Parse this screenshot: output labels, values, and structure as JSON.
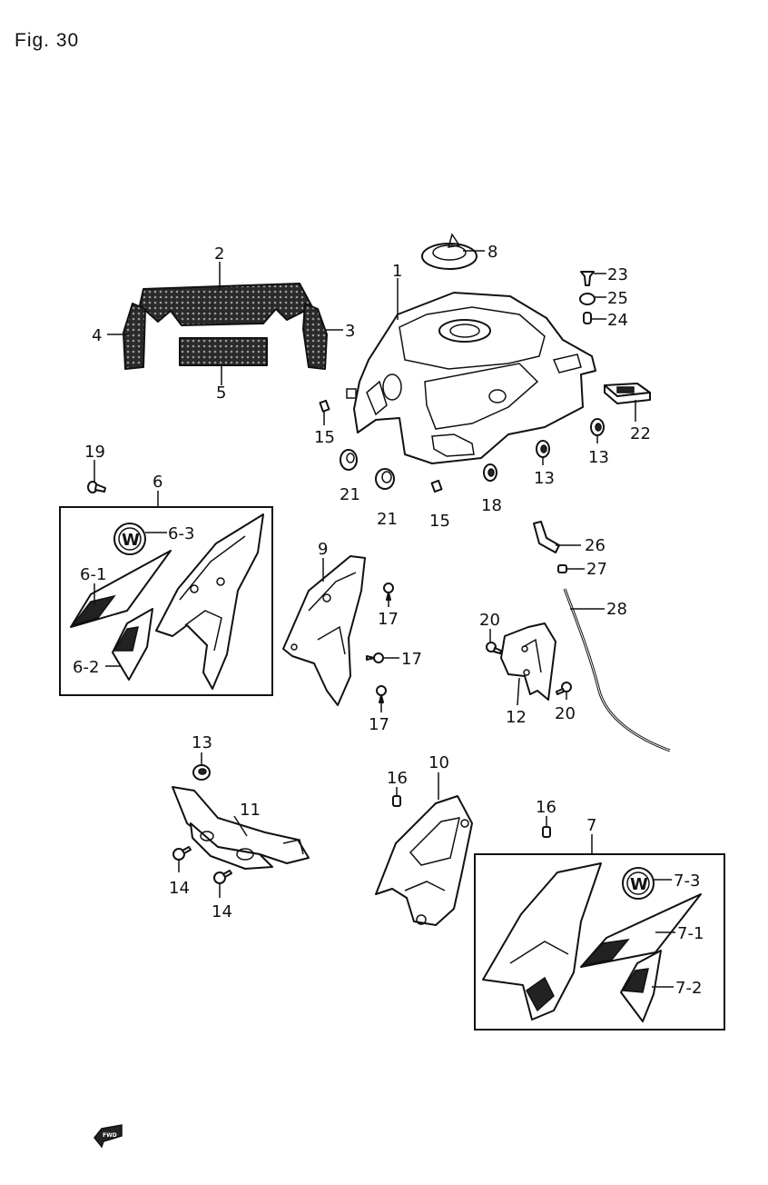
{
  "figure": {
    "title": "Fig. 30"
  },
  "callouts": {
    "c1": "1",
    "c2": "2",
    "c3": "3",
    "c4": "4",
    "c5": "5",
    "c6": "6",
    "c6_1": "6-1",
    "c6_2": "6-2",
    "c6_3": "6-3",
    "c7": "7",
    "c7_1": "7-1",
    "c7_2": "7-2",
    "c7_3": "7-3",
    "c8": "8",
    "c9": "9",
    "c10": "10",
    "c11": "11",
    "c12": "12",
    "c13a": "13",
    "c13b": "13",
    "c13c": "13",
    "c14a": "14",
    "c14b": "14",
    "c15a": "15",
    "c15b": "15",
    "c16a": "16",
    "c16b": "16",
    "c17a": "17",
    "c17b": "17",
    "c17c": "17",
    "c18": "18",
    "c19": "19",
    "c20a": "20",
    "c20b": "20",
    "c21a": "21",
    "c21b": "21",
    "c22": "22",
    "c23": "23",
    "c24": "24",
    "c25": "25",
    "c26": "26",
    "c27": "27",
    "c28": "28"
  },
  "emblem_letter": "W",
  "fwd_badge": "FWD"
}
